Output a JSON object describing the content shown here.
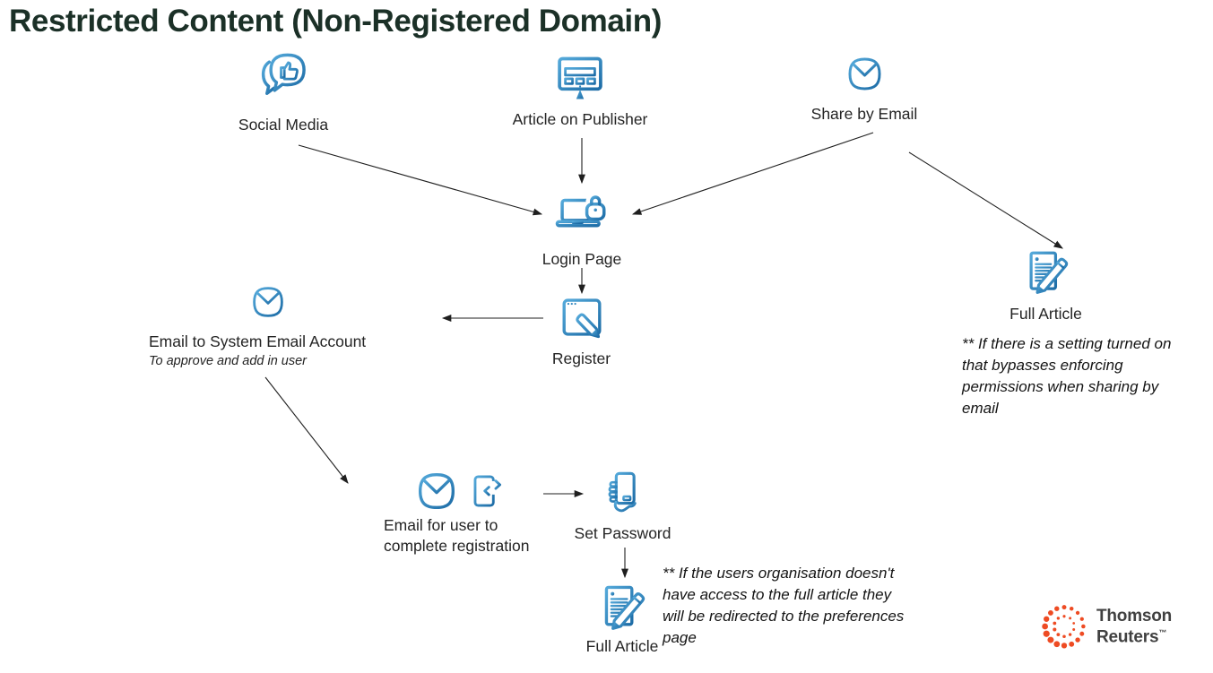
{
  "page": {
    "title": "Restricted Content (Non-Registered Domain)"
  },
  "colors": {
    "title": "#1b3027",
    "icon_blue_light": "#54a9da",
    "icon_blue_dark": "#1d6ca6",
    "label_text": "#242424",
    "arrow": "#1f1f1f",
    "logo_orange": "#ee4b23",
    "logo_text": "#404040"
  },
  "nodes": {
    "social_media": {
      "label": "Social Media",
      "icon": "social-media-icon"
    },
    "article_on_publisher": {
      "label": "Article on Publisher",
      "icon": "monitor-webpage-icon"
    },
    "share_by_email": {
      "label": "Share by Email",
      "icon": "envelope-icon"
    },
    "login_page": {
      "label": "Login Page",
      "icon": "laptop-lock-icon"
    },
    "full_article_right": {
      "label": "Full Article",
      "icon": "document-pencil-icon"
    },
    "register": {
      "label": "Register",
      "icon": "browser-pencil-icon"
    },
    "email_to_system": {
      "label": "Email to System Email Account",
      "sublabel": "To approve and add in user",
      "icon": "envelope-icon"
    },
    "email_for_user": {
      "label": "Email for user to complete registration",
      "icons": [
        "envelope-icon",
        "phone-sync-icon"
      ]
    },
    "set_password": {
      "label": "Set Password",
      "icon": "hand-phone-icon"
    },
    "full_article_bottom": {
      "label": "Full Article",
      "icon": "document-pencil-icon"
    }
  },
  "notes": {
    "share_bypass": "** If there is a setting turned on that bypasses enforcing permissions when sharing by email",
    "preferences_redirect": "** If the users organisation doesn't have access to the full article they will be redirected to the  preferences page"
  },
  "edges": [
    {
      "from": "social_media",
      "to": "login_page"
    },
    {
      "from": "article_on_publisher",
      "to": "login_page"
    },
    {
      "from": "share_by_email",
      "to": "login_page"
    },
    {
      "from": "share_by_email",
      "to": "full_article_right"
    },
    {
      "from": "login_page",
      "to": "register"
    },
    {
      "from": "register",
      "to": "email_to_system"
    },
    {
      "from": "email_to_system",
      "to": "email_for_user"
    },
    {
      "from": "email_for_user",
      "to": "set_password"
    },
    {
      "from": "set_password",
      "to": "full_article_bottom"
    }
  ],
  "logo": {
    "line1": "Thomson",
    "line2": "Reuters",
    "trademark": "™"
  }
}
